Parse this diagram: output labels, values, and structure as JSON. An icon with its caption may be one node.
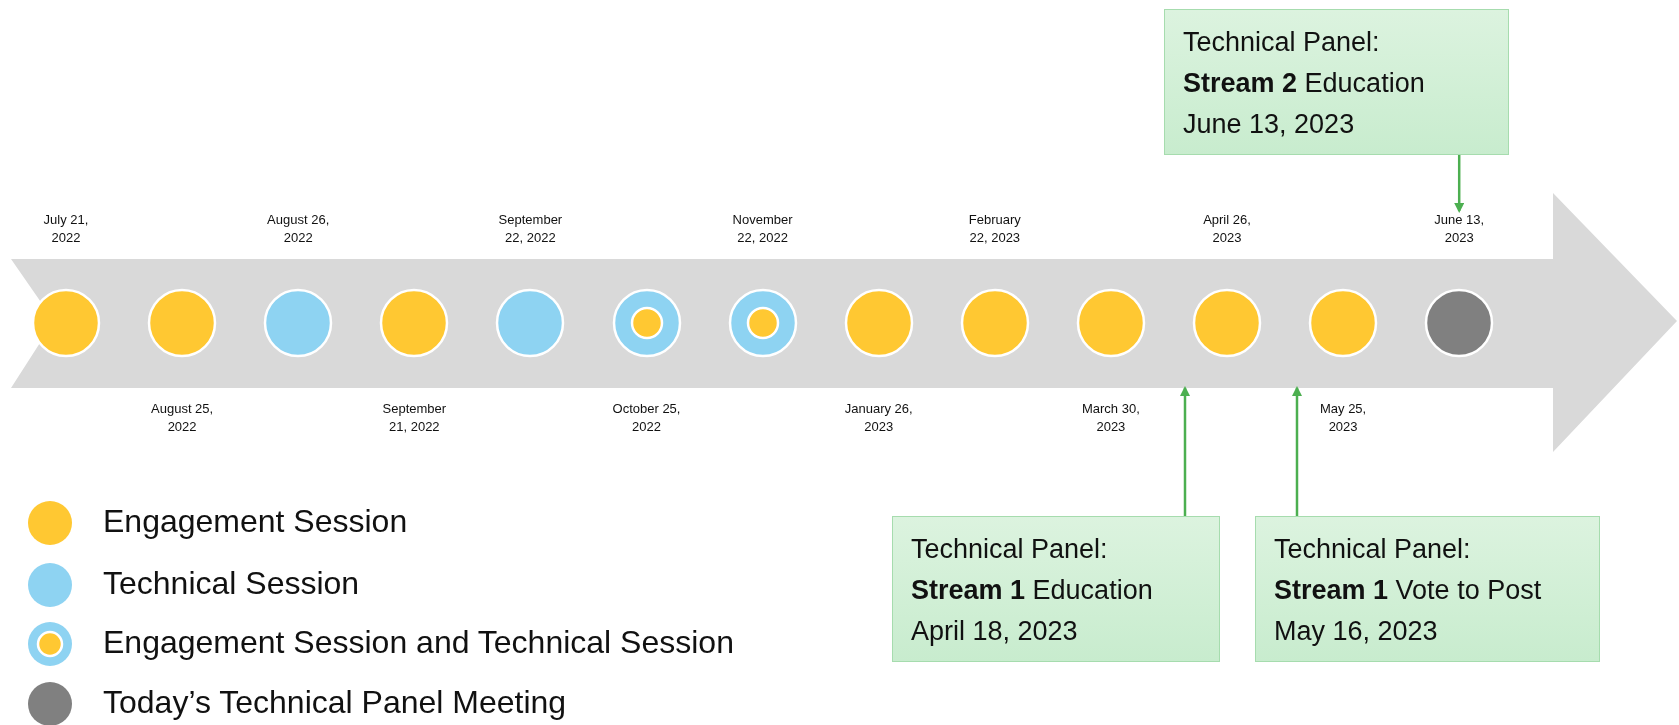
{
  "diagram": {
    "nodes": [
      {
        "text": [
          "Technical Panel:",
          "**Stream 2** Education",
          "June 13, 2023"
        ]
      },
      {
        "text": [],
        "shape": "arrow"
      },
      {
        "text": [],
        "shape": "circle",
        "in": 1,
        "beside": [
          "July 21, 2022"
        ]
      },
      {
        "text": [],
        "shape": "circle",
        "in": 1,
        "beside": [
          "August 25, 2022"
        ]
      },
      {
        "text": [],
        "shape": "circle",
        "in": 1,
        "beside": [
          "August 26, 2022"
        ]
      },
      {
        "text": [],
        "shape": "circle",
        "in": 1,
        "beside": [
          "September 21, 2022"
        ]
      },
      {
        "text": [],
        "shape": "circle",
        "in": 1,
        "beside": [
          "September 22, 2022"
        ]
      },
      {
        "text": [],
        "shape": "circle",
        "in": 1,
        "beside": [
          "October 25, 2022"
        ]
      },
      {
        "text": [],
        "shape": "circle",
        "in": 1,
        "beside": [
          "November 22, 2022"
        ]
      },
      {
        "text": [],
        "shape": "circle",
        "in": 1,
        "beside": [
          "January 26, 2023"
        ]
      },
      {
        "text": [],
        "shape": "circle",
        "in": 1,
        "beside": [
          "February 22, 2023"
        ]
      },
      {
        "text": [],
        "shape": "circle",
        "in": 1,
        "beside": [
          "March 30, 2023"
        ]
      },
      {
        "text": [],
        "shape": "circle",
        "in": 1,
        "beside": [
          "April 26, 2023"
        ]
      },
      {
        "text": [],
        "shape": "circle",
        "in": 1,
        "beside": [
          "May 25, 2023"
        ]
      },
      {
        "text": [],
        "shape": "circle",
        "in": 1,
        "beside": [
          "June 13, 2023"
        ]
      },
      {
        "text": [
          "Technical Panel:",
          "**Stream 1** Education",
          "April 18, 2023"
        ]
      },
      {
        "text": [
          "Technical Panel:",
          "**Stream 1** Vote to Post",
          "May 16, 2023"
        ]
      }
    ],
    "edges": [
      {
        "from": 0,
        "to": 14,
        "arrow": "to"
      },
      {
        "from": 15,
        "to": 1,
        "arrow": "to"
      },
      {
        "from": 16,
        "to": 1,
        "arrow": "to"
      }
    ],
    "legend": [
      {
        "text": "Engagement Session",
        "color": "#ffc832"
      },
      {
        "text": "Technical Session",
        "color": "#8ed3f2"
      },
      {
        "text": "Engagement Session and Technical Session"
      },
      {
        "text": "Today’s Technical Panel Meeting",
        "color": "#808080"
      }
    ]
  }
}
